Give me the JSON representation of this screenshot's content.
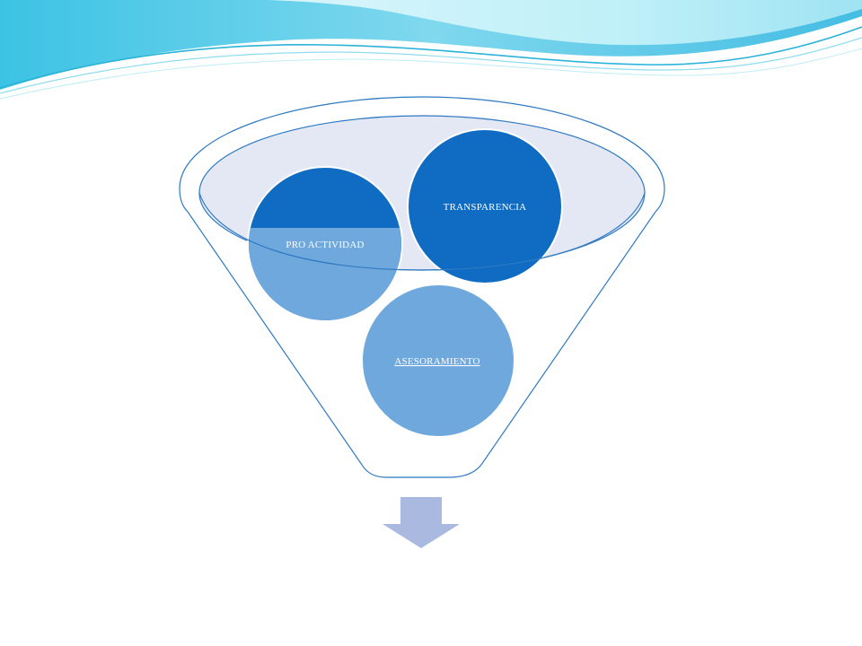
{
  "funnel": {
    "items": [
      {
        "key": "transparencia",
        "label": "TRANSPARENCIA",
        "fill": "#0f6cc2"
      },
      {
        "key": "pro_actividad",
        "label": "PRO ACTIVIDAD",
        "fill": "#0f6cc2"
      },
      {
        "key": "asesoramiento",
        "label": "ASESORAMIENTO",
        "fill": "#6fa8dc",
        "is_link": true
      }
    ]
  },
  "colors": {
    "funnel_outline": "#2e79c2",
    "funnel_rim_fill": "#e3e8f4",
    "arrow": "#a9b9e0",
    "wave_light": "#bfeef7",
    "wave_mid": "#6fd3ea",
    "wave_dark": "#2bb3d8"
  }
}
